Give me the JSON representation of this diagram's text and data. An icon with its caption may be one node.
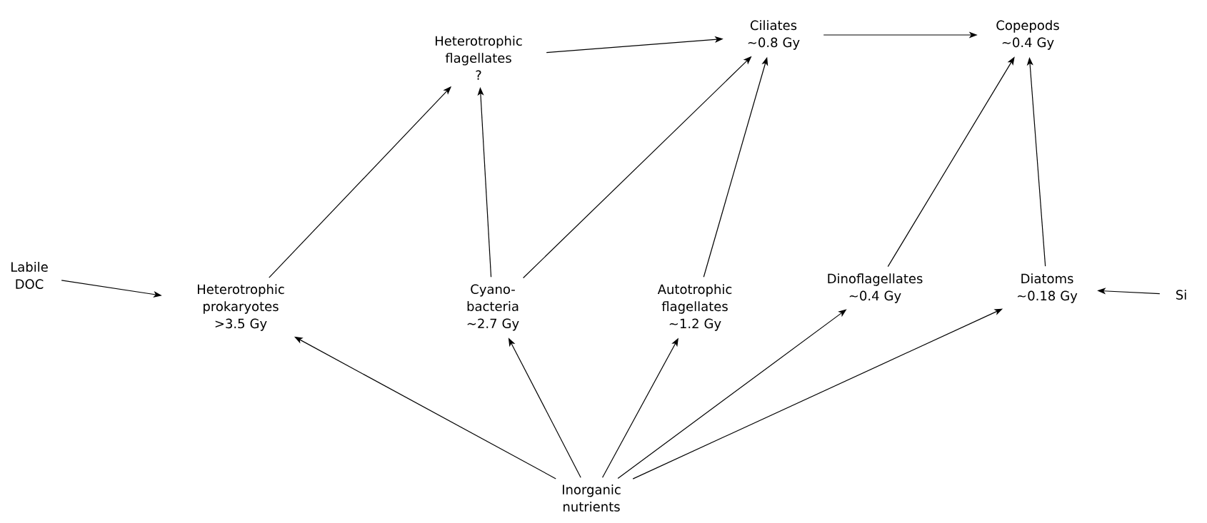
{
  "diagram": {
    "nodes": [
      {
        "text": [
          "Heterotrophic flagellates",
          "?"
        ]
      },
      {
        "text": [
          "Ciliates",
          "~0.8 Gy"
        ]
      },
      {
        "text": [
          "Copepods",
          "~0.4 Gy"
        ]
      },
      {
        "text": [
          "Labile DOC"
        ]
      },
      {
        "text": [
          "Heterotrophic prokaryotes",
          ">3.5 Gy"
        ]
      },
      {
        "text": [
          "Cyano-bacteria",
          "~2.7 Gy"
        ]
      },
      {
        "text": [
          "Autotrophic flagellates",
          "~1.2 Gy"
        ]
      },
      {
        "text": [
          "Dinoflagellates",
          "~0.4 Gy"
        ]
      },
      {
        "text": [
          "Diatoms",
          "~0.18 Gy"
        ]
      },
      {
        "text": [
          "Si"
        ]
      },
      {
        "text": [
          "Inorganic nutrients"
        ]
      }
    ],
    "edges": [
      {
        "from": 0,
        "to": 1,
        "arrow": "to"
      },
      {
        "from": 1,
        "to": 2,
        "arrow": "to"
      },
      {
        "from": 4,
        "to": 0,
        "arrow": "to"
      },
      {
        "from": 5,
        "to": 0,
        "arrow": "to"
      },
      {
        "from": 5,
        "to": 1,
        "arrow": "to"
      },
      {
        "from": 6,
        "to": 1,
        "arrow": "to"
      },
      {
        "from": 7,
        "to": 2,
        "arrow": "to"
      },
      {
        "from": 8,
        "to": 2,
        "arrow": "to"
      },
      {
        "from": 3,
        "to": 4,
        "arrow": "to"
      },
      {
        "from": 9,
        "to": 8,
        "arrow": "to"
      },
      {
        "from": 10,
        "to": 4,
        "arrow": "to"
      },
      {
        "from": 10,
        "to": 5,
        "arrow": "to"
      },
      {
        "from": 10,
        "to": 6,
        "arrow": "to"
      },
      {
        "from": 10,
        "to": 7,
        "arrow": "to"
      },
      {
        "from": 10,
        "to": 8,
        "arrow": "to"
      }
    ]
  }
}
